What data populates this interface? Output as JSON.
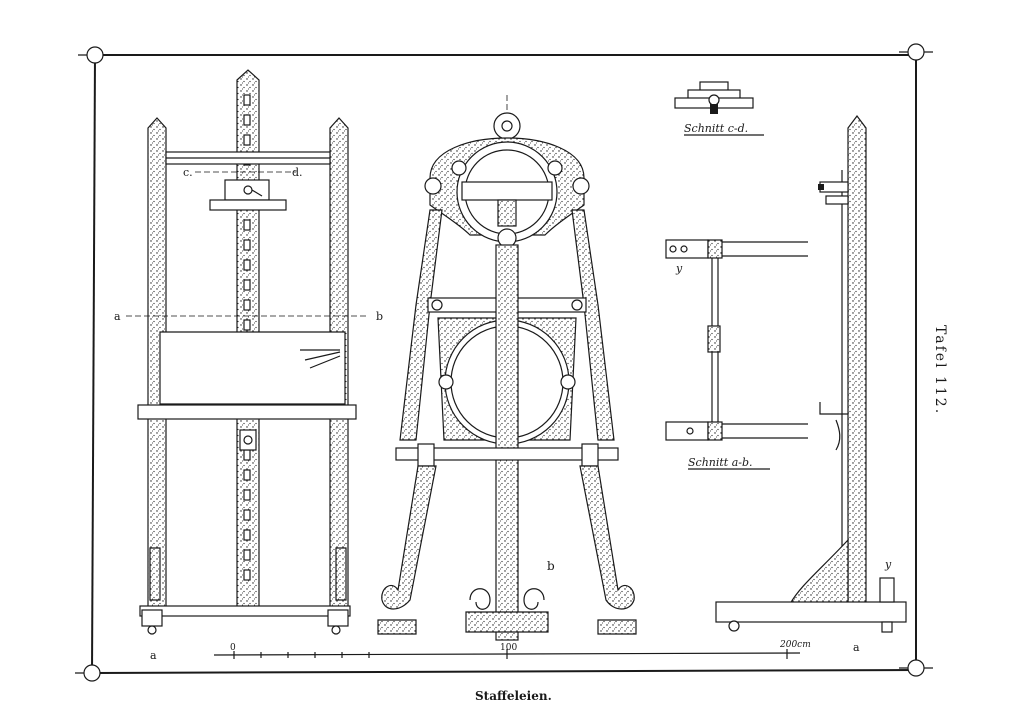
{
  "plate": {
    "number_label": "Tafel 112.",
    "caption": "Staffeleien."
  },
  "front_view": {
    "section_c_label": "c.",
    "section_d_label": "d.",
    "section_a_label": "a",
    "section_b_label": "b",
    "foot_label": "a"
  },
  "ornate_easel": {
    "center_label": "b"
  },
  "section_cd": {
    "caption": "Schnitt c-d."
  },
  "section_ab": {
    "caption": "Schnitt a-b.",
    "y_label": "y"
  },
  "side_view": {
    "y_label": "y",
    "foot_label": "a"
  },
  "scale_bar": {
    "tick_0": "0",
    "tick_100": "100",
    "tick_200": "200cm"
  }
}
